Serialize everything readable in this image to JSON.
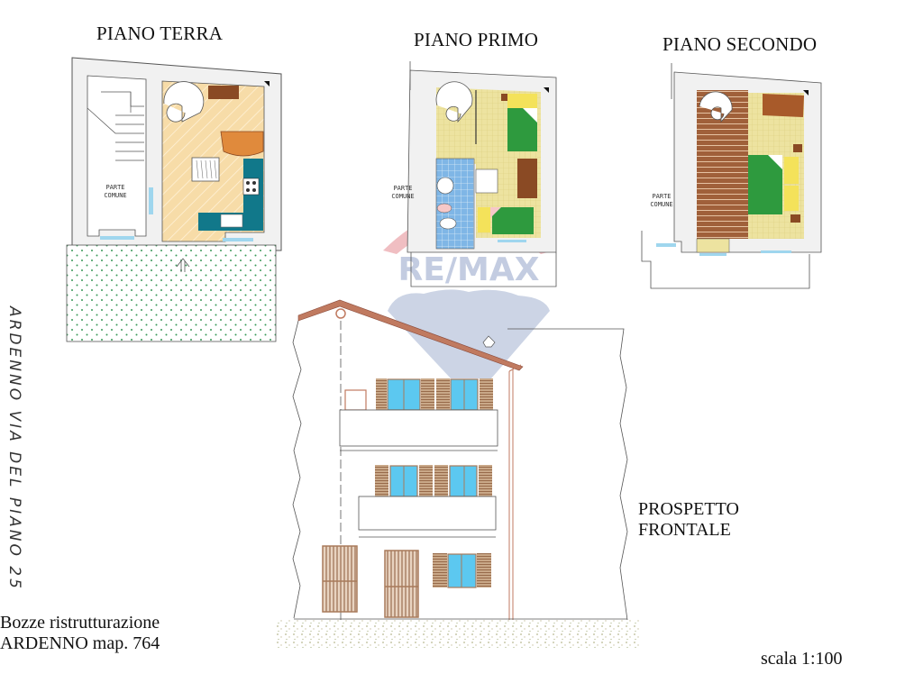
{
  "floor_plans": [
    {
      "id": "ground",
      "title": "PIANO TERRA",
      "common_area_label": [
        "PARTE",
        "COMUNE"
      ]
    },
    {
      "id": "first",
      "title": "PIANO PRIMO",
      "common_area_label": [
        "PARTE",
        "COMUNE"
      ]
    },
    {
      "id": "second",
      "title": "PIANO SECONDO",
      "common_area_label": [
        "PARTE",
        "COMUNE"
      ]
    }
  ],
  "elevation": {
    "title_line1": "PROSPETTO",
    "title_line2": "FRONTALE"
  },
  "side_note": "ARDENNO VIA DEL PIANO 25",
  "footer": {
    "line1": "Bozze ristrutturazione",
    "line2": "ARDENNO map. 764",
    "scale": "scala 1:100"
  },
  "watermark": {
    "text": "RE/MAX",
    "balloon_red": "#e8a0a6",
    "balloon_blue": "#b9c4dc"
  },
  "colors": {
    "wall": "#f1f1f1",
    "tile_ground": "#f7dca8",
    "tile_first": "#ede3a0",
    "bath_tile": "#7fb6e6",
    "parquet": "#a0603a",
    "bed_green": "#2e9a3e",
    "pillow_yellow": "#f4e25a",
    "kitchen_teal": "#11788a",
    "sofa_orange": "#e08a3c",
    "furniture_brown": "#8a4a24",
    "shutter": "#a87a5a",
    "glass": "#5cc8f0",
    "roof": "#c07a60",
    "garden_dot": "#3a9a5a"
  }
}
